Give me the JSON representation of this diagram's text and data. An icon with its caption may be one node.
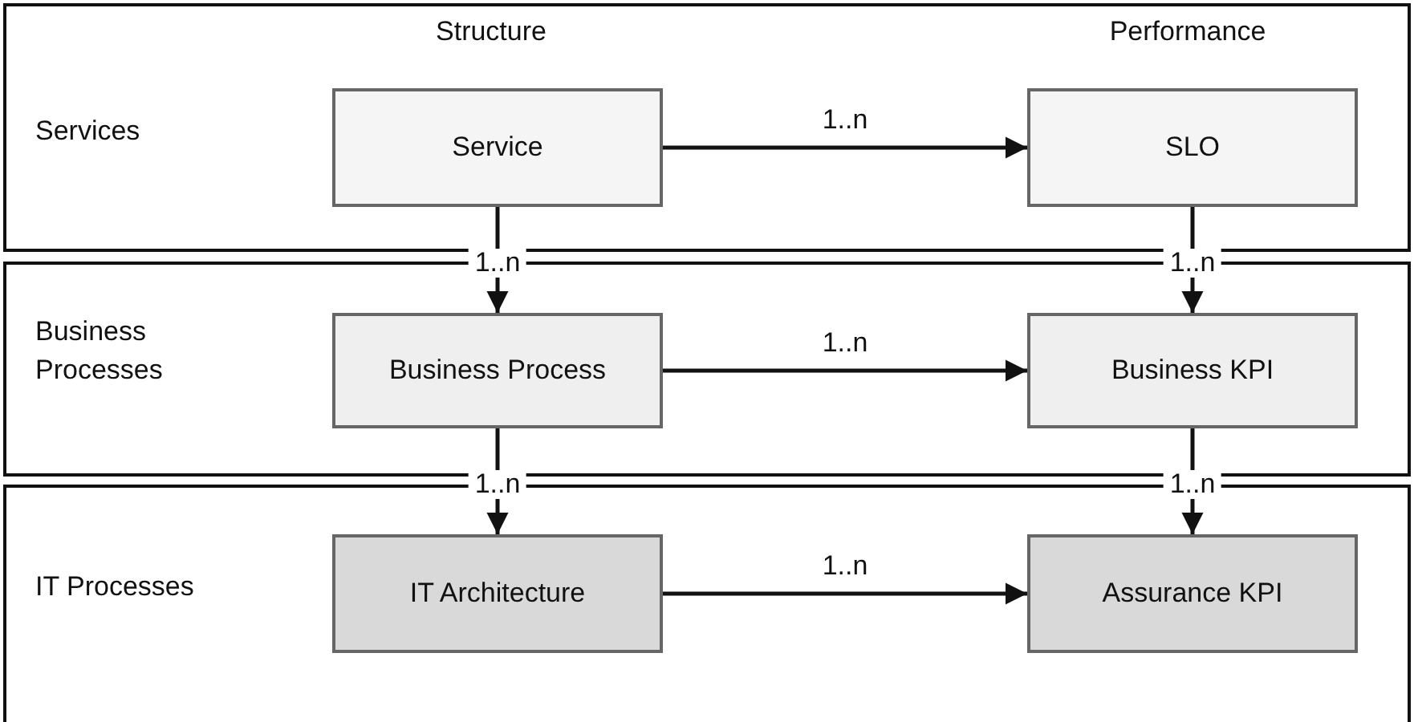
{
  "diagram": {
    "nodes": [
      {
        "text": [
          "Services"
        ]
      },
      {
        "text": [
          "Service"
        ],
        "in": 0
      },
      {
        "text": [
          "SLO"
        ],
        "in": 0
      },
      {
        "text": [
          "Business Processes"
        ]
      },
      {
        "text": [
          "Business Process"
        ],
        "in": 3
      },
      {
        "text": [
          "Business KPI"
        ],
        "in": 3
      },
      {
        "text": [
          "IT Processes"
        ]
      },
      {
        "text": [
          "IT Architecture"
        ],
        "in": 6
      },
      {
        "text": [
          "Assurance KPI"
        ],
        "in": 6
      }
    ],
    "edges": [
      {
        "from": 1,
        "to": 2,
        "arrow": "to",
        "label": "1..n"
      },
      {
        "from": 1,
        "to": 4,
        "arrow": "to",
        "label": "1..n"
      },
      {
        "from": 2,
        "to": 5,
        "arrow": "to",
        "label": "1..n"
      },
      {
        "from": 4,
        "to": 5,
        "arrow": "to",
        "label": "1..n"
      },
      {
        "from": 4,
        "to": 7,
        "arrow": "to",
        "label": "1..n"
      },
      {
        "from": 5,
        "to": 8,
        "arrow": "to",
        "label": "1..n"
      },
      {
        "from": 7,
        "to": 8,
        "arrow": "to",
        "label": "1..n"
      }
    ],
    "labels": [
      "Structure",
      "Performance"
    ]
  }
}
